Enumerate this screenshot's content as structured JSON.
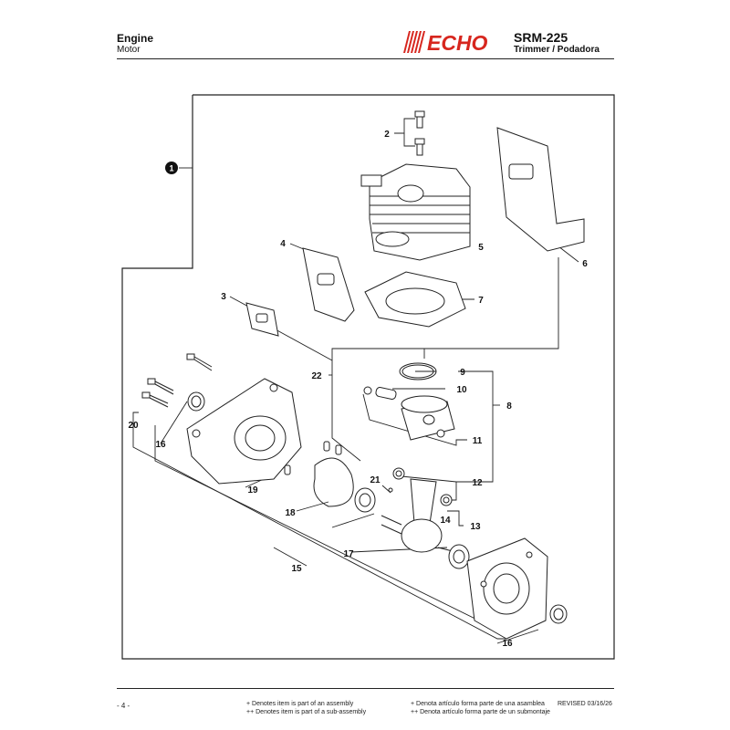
{
  "header": {
    "section_title": "Engine",
    "section_subtitle": "Motor",
    "brand": "ECHO",
    "model": "SRM-225",
    "product": "Trimmer / Podadora"
  },
  "callouts": {
    "c1": "1",
    "c2": "2",
    "c3": "3",
    "c4": "4",
    "c5": "5",
    "c6": "6",
    "c7": "7",
    "c8": "8",
    "c9": "9",
    "c10": "10",
    "c11": "11",
    "c12": "12",
    "c13": "13",
    "c14": "14",
    "c15": "15",
    "c16a": "16",
    "c16b": "16",
    "c17": "17",
    "c18": "18",
    "c19": "19",
    "c20": "20",
    "c21": "21",
    "c22": "22"
  },
  "footer": {
    "page_number": "- 4 -",
    "note_assembly_en": "+ Denotes item is part of an assembly",
    "note_subassembly_en": "++ Denotes item is part of a sub-assembly",
    "note_assembly_es": "+ Denota artículo forma parte de una asamblea",
    "note_subassembly_es": "++ Denota artículo forma parte de un submontaje",
    "revised": "REVISED 03/16/26"
  },
  "colors": {
    "brand_red": "#d7261e",
    "ink": "#111111"
  }
}
